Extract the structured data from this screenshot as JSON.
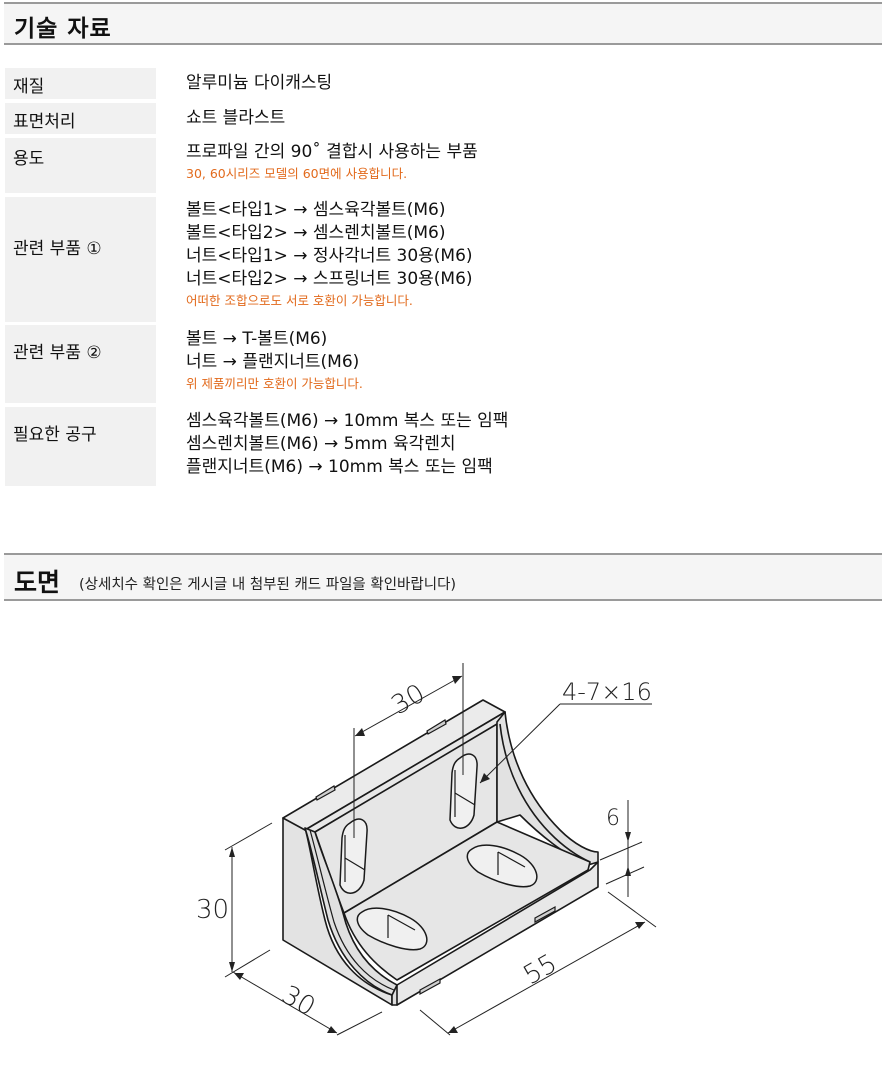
{
  "tech_section": {
    "title": "기술 자료",
    "rows": [
      {
        "label": "재질",
        "lines": [
          "알루미늄 다이캐스팅"
        ],
        "note": ""
      },
      {
        "label": "표면처리",
        "lines": [
          "쇼트 블라스트"
        ],
        "note": ""
      },
      {
        "label": "용도",
        "lines": [
          "프로파일 간의 90˚ 결합시 사용하는 부품"
        ],
        "note": "30, 60시리즈 모델의 60면에 사용합니다."
      },
      {
        "label": "관련 부품 ①",
        "lines": [
          "볼트<타입1> → 셈스육각볼트(M6)",
          "볼트<타입2> → 셈스렌치볼트(M6)",
          "너트<타입1> → 정사각너트 30용(M6)",
          "너트<타입2> → 스프링너트 30용(M6)"
        ],
        "note": "어떠한 조합으로도 서로 호환이 가능합니다."
      },
      {
        "label": "관련 부품 ②",
        "lines": [
          "볼트 → T-볼트(M6)",
          "너트 → 플랜지너트(M6)"
        ],
        "note": "위 제품끼리만 호환이 가능합니다."
      },
      {
        "label": "필요한 공구",
        "lines": [
          "셈스육각볼트(M6) → 10mm 복스 또는 임팩",
          "셈스렌치볼트(M6) → 5mm 육각렌치",
          "플랜지너트(M6) → 10mm 복스 또는 임팩"
        ],
        "note": ""
      }
    ]
  },
  "drawing_section": {
    "title": "도면",
    "note": "(상세치수 확인은 게시글 내 첨부된 캐드 파일을 확인바랍니다)",
    "dimensions": {
      "slot_spacing": "30",
      "slot_spec": "4-7×16",
      "thickness": "6",
      "height": "30",
      "depth": "30",
      "length": "55"
    }
  },
  "colors": {
    "note_orange": "#e26a1c",
    "label_bg": "#f1f1f1",
    "header_bg": "#f5f5f5",
    "header_border": "#9a9a9a",
    "part_fill": "#e6e6e6"
  }
}
